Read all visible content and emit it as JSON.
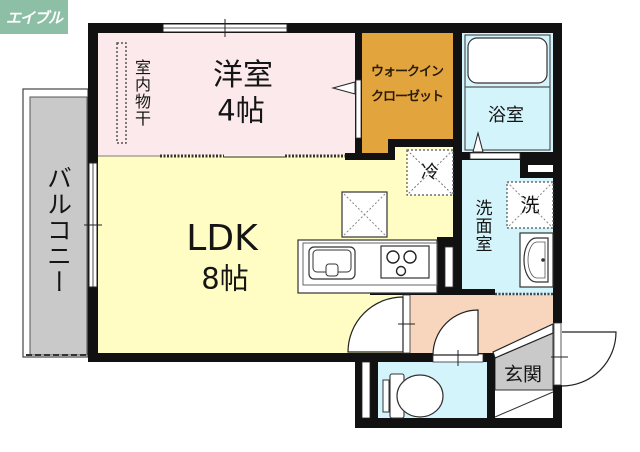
{
  "logo": {
    "text": "エイブル",
    "bg_color": "#8DBFA6"
  },
  "colors": {
    "wall": "#111111",
    "western_room": "#FBE9EB",
    "ldk": "#FFFDC4",
    "closet": "#E2A43C",
    "wet_area": "#D4F4FC",
    "hall": "#F8D6BE",
    "balcony": "#C9C9C9",
    "entrance": "#C9C9C9"
  },
  "rooms": {
    "western": {
      "name": "洋室",
      "size": "4帖",
      "note": "室内物干"
    },
    "closet": {
      "line1": "ウォークイン",
      "line2": "クローゼット"
    },
    "bath": {
      "name": "浴室"
    },
    "ldk": {
      "name": "LDK",
      "size": "8帖"
    },
    "fridge": {
      "label": "冷"
    },
    "washroom": {
      "name": "洗面室"
    },
    "washer": {
      "label": "洗"
    },
    "balcony": {
      "name": "バルコニー"
    },
    "entrance": {
      "name": "玄関"
    }
  }
}
